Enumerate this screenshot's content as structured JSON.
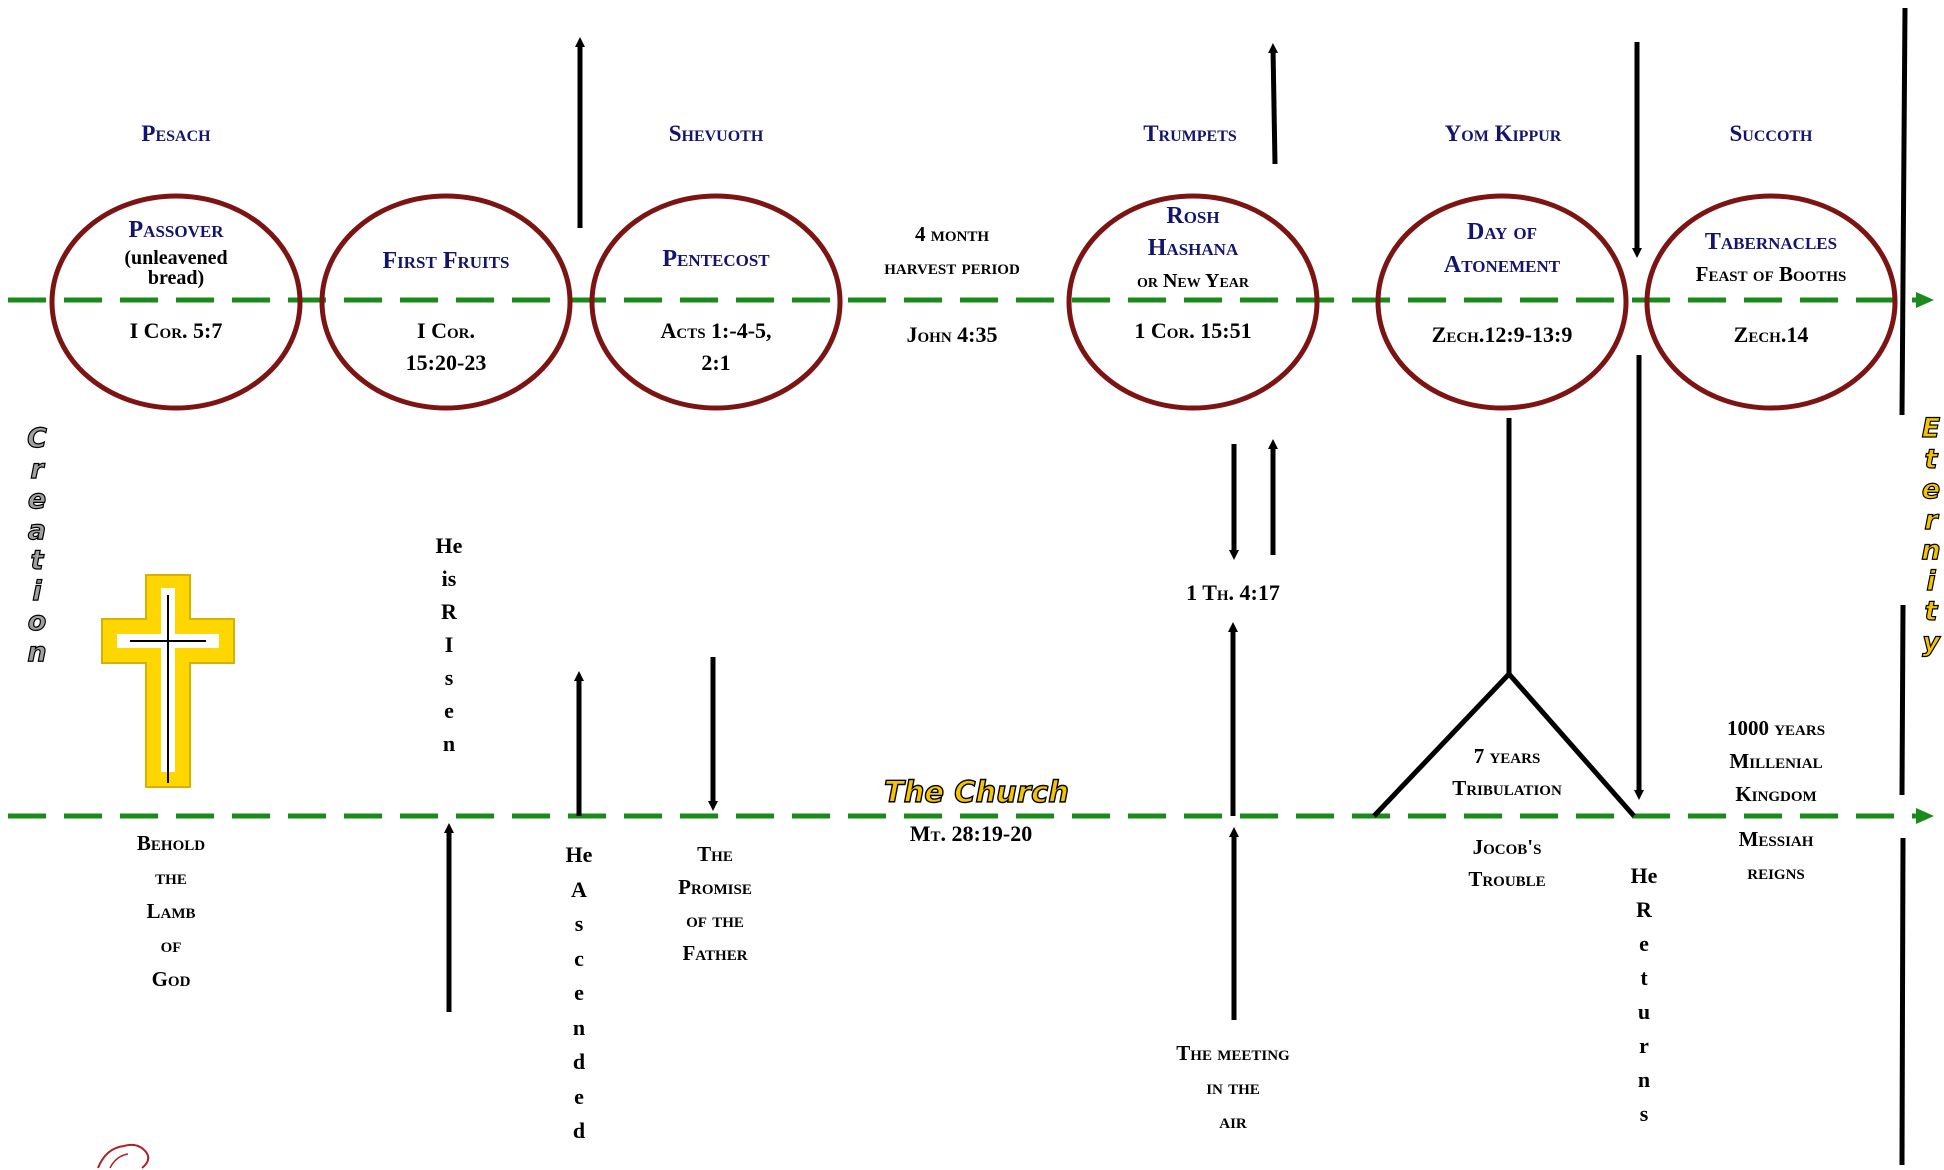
{
  "feasts_top": {
    "pesach": "Pesach",
    "shevuoth": "Shevuoth",
    "trumpets": "Trumpets",
    "yom_kippur": "Yom Kippur",
    "succoth": "Succoth"
  },
  "circles": {
    "passover": {
      "name": "Passover",
      "note1": "(unleavened",
      "note2": "bread)",
      "ref": "I Cor. 5:7"
    },
    "first_fruits": {
      "name": "First Fruits",
      "ref1": "I Cor.",
      "ref2": "15:20-23"
    },
    "pentecost": {
      "name": "Pentecost",
      "ref1": "Acts 1:-4-5,",
      "ref2": "2:1"
    },
    "rosh_hashana": {
      "name1": "Rosh",
      "name2": "Hashana",
      "name3": "or New Year",
      "ref": "1 Cor. 15:51"
    },
    "atonement": {
      "name1": "Day of",
      "name2": "Atonement",
      "ref": "Zech.12:9-13:9"
    },
    "tabernacles": {
      "name1": "Tabernacles",
      "name2": "Feast of Booths",
      "ref": "Zech.14"
    }
  },
  "harvest": {
    "line1": "4 month",
    "line2": "harvest period",
    "ref": "John 4:35"
  },
  "side_labels": {
    "creation": "C\nr\ne\na\nt\ni\no\nn",
    "eternity": "E\nt\ne\nr\nn\ni\nt\ny"
  },
  "lower": {
    "he_is_risen": "He\nis\nR\nI\ns\ne\nn",
    "he_ascended": "He\nA\ns\nc\ne\nn\nd\ne\nd",
    "he_returns": "He\nR\ne\nt\nu\nr\nn\ns",
    "behold": [
      "Behold",
      "the",
      "Lamb",
      "of",
      "God"
    ],
    "promise": [
      "The",
      "Promise",
      "of the",
      "Father"
    ],
    "church": "The Church",
    "church_ref": "Mt. 28:19-20",
    "rapture_ref": "1 Th. 4:17",
    "meeting": [
      "The meeting",
      "in the",
      "air"
    ],
    "tribulation1": "7 years",
    "tribulation2": "Tribulation",
    "jacob1": "Jocob's",
    "jacob2": "Trouble",
    "millennium": [
      "1000 years",
      "Millenial",
      "Kingdom"
    ],
    "messiah": [
      "Messiah",
      "reigns"
    ]
  },
  "colors": {
    "timeline": "#1a8a1a",
    "circle": "#7d1414",
    "feast_text": "#14146e",
    "church_text": "#f5c400",
    "cross": "#ffd700"
  }
}
